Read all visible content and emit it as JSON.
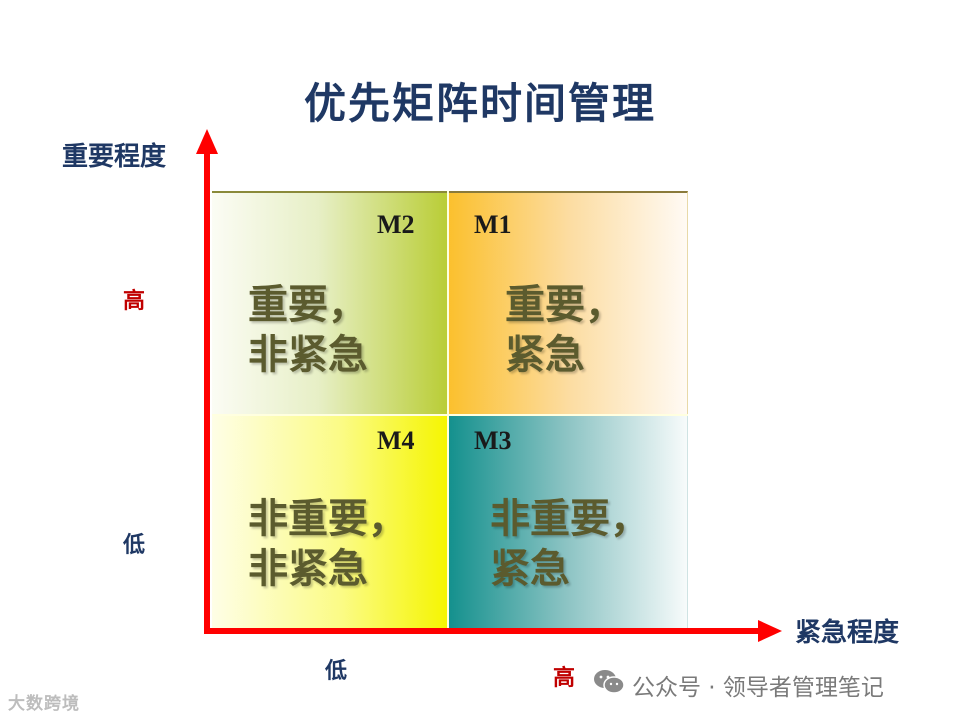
{
  "title": "优先矩阵时间管理",
  "axes": {
    "y_title": "重要程度",
    "x_title": "紧急程度",
    "y_high": "高",
    "y_low": "低",
    "x_low": "低",
    "x_high": "高",
    "color": "#ff0000"
  },
  "quadrants": {
    "m2": {
      "id": "M2",
      "line1": "重要，",
      "line2": "非紧急"
    },
    "m1": {
      "id": "M1",
      "line1": "重要，",
      "line2": "紧急"
    },
    "m4": {
      "id": "M4",
      "line1": "非重要，",
      "line2": "非紧急"
    },
    "m3": {
      "id": "M3",
      "line1": "非重要，",
      "line2": "紧急"
    }
  },
  "watermarks": {
    "left": "大数跨境",
    "right": "公众号 · 领导者管理笔记",
    "right_icon": "wechat-icon"
  },
  "colors": {
    "title": "#1f3864",
    "accent_high": "#c00000",
    "quadrant_text": "#5b5b2e"
  }
}
